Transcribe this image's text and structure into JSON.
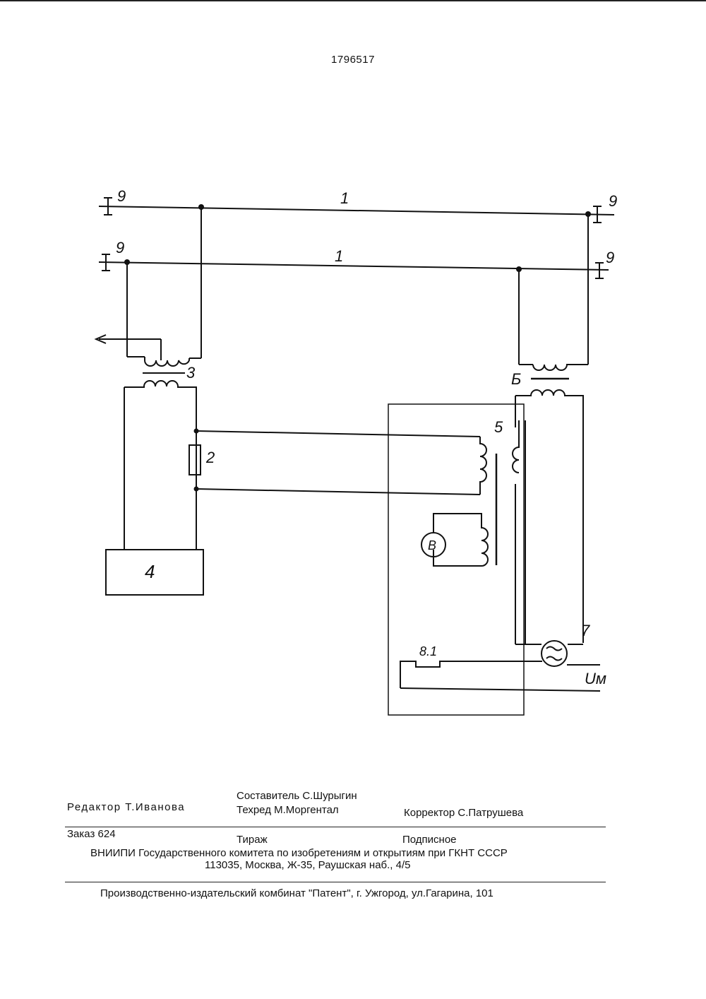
{
  "header": {
    "patent_number": "1796517"
  },
  "diagram": {
    "labels": {
      "line_top": "1",
      "line_bottom": "1",
      "bus_tl": "9",
      "bus_bl": "9",
      "bus_tr": "9",
      "bus_br": "9",
      "transformer_3": "3",
      "resistor_2": "2",
      "block_4": "4",
      "coupler_5": "5",
      "transformer_6": "Б",
      "generator_7": "7",
      "switch_8_1": "8.1",
      "voltmeter": "В",
      "voltage": "Uм"
    }
  },
  "imprint": {
    "compiler": "Составитель С.Шурыгин",
    "editor": "Редактор Т.Иванова",
    "tech_editor": "Техред М.Моргентал",
    "corrector": "Корректор С.Патрушева",
    "order": "Заказ  624",
    "circulation": "Тираж",
    "subscription": "Подписное",
    "institute": "ВНИИПИ Государственного комитета по изобретениям и открытиям при ГКНТ СССР",
    "address": "113035, Москва, Ж-35, Раушская наб., 4/5",
    "publisher": "Производственно-издательский комбинат \"Патент\", г. Ужгород, ул.Гагарина, 101"
  }
}
